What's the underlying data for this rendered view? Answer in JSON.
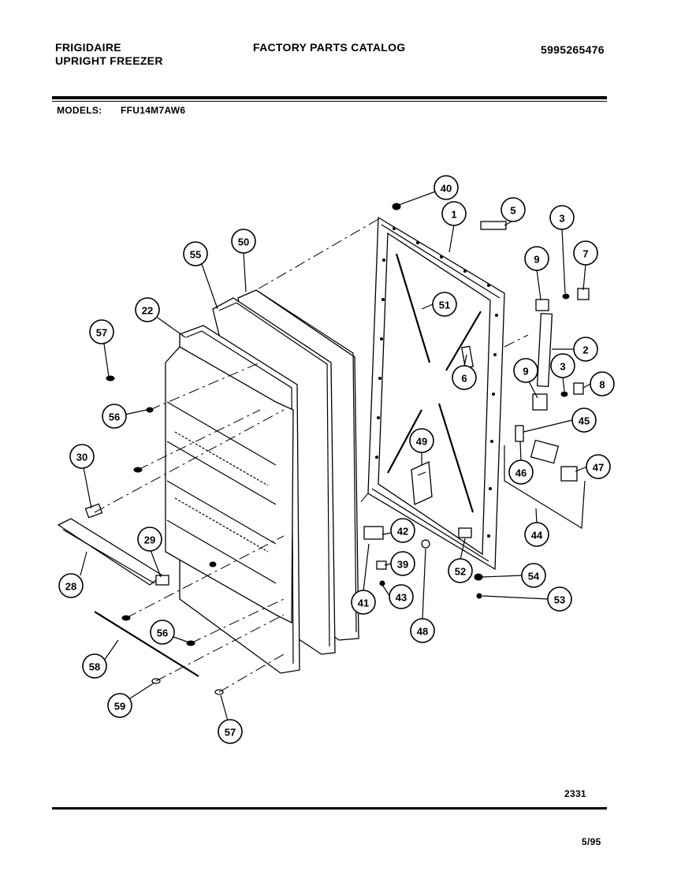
{
  "header": {
    "brand": "FRIGIDAIRE",
    "product": "UPRIGHT  FREEZER",
    "catalog_title": "FACTORY  PARTS  CATALOG",
    "part_number": "5995265476"
  },
  "models": {
    "label": "MODELS:",
    "value": "FFU14M7AW6"
  },
  "footer": {
    "figure_number": "2331",
    "date": "5/95"
  },
  "callouts": [
    "40",
    "1",
    "5",
    "3",
    "7",
    "9",
    "2",
    "3",
    "8",
    "51",
    "6",
    "9",
    "45",
    "46",
    "47",
    "44",
    "49",
    "42",
    "39",
    "43",
    "41",
    "48",
    "52",
    "54",
    "53",
    "55",
    "50",
    "22",
    "57",
    "56",
    "30",
    "29",
    "28",
    "56",
    "58",
    "59",
    "57"
  ]
}
